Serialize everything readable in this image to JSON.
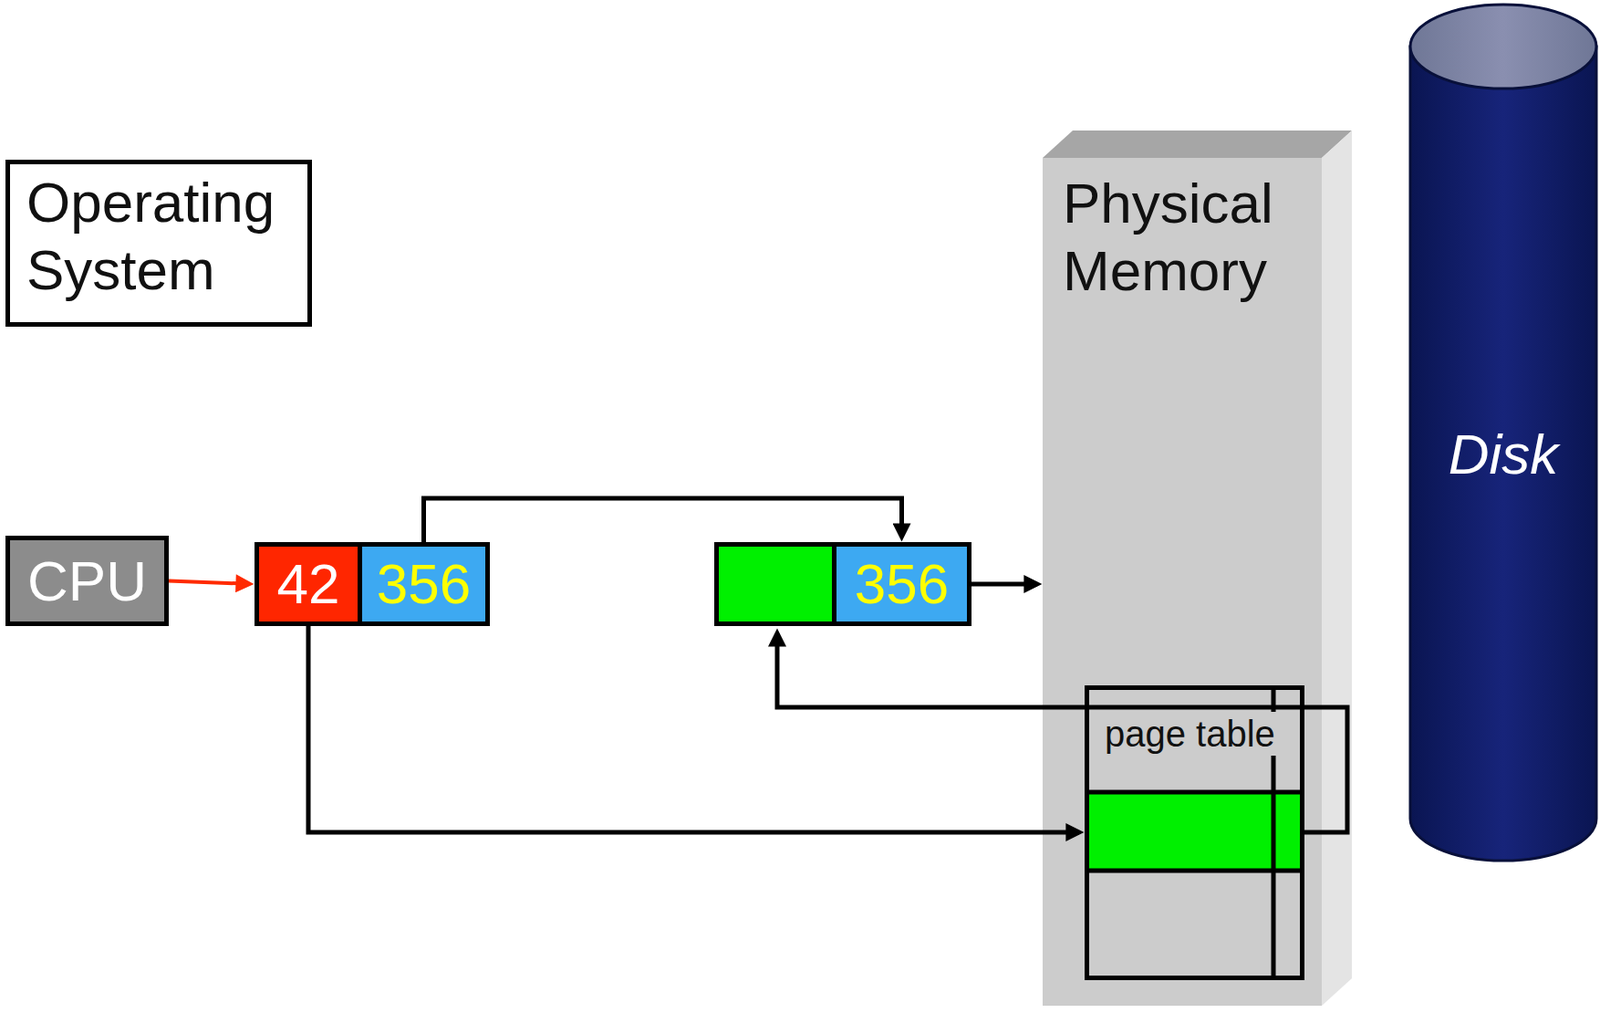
{
  "diagram": {
    "nodes": [
      {
        "text": [
          "Operating System"
        ]
      },
      {
        "text": [
          "CPU"
        ]
      },
      {
        "text": [
          "42"
        ]
      },
      {
        "text": [
          "356"
        ]
      },
      {
        "text": [
          "356"
        ]
      },
      {
        "text": [
          "Physical Memory"
        ]
      },
      {
        "text": [
          "page table"
        ],
        "in": 5
      },
      {
        "text": [
          "Disk"
        ]
      }
    ],
    "edges": [
      {
        "from": 1,
        "to": 2,
        "arrow": "to"
      },
      {
        "from": 2,
        "to": 6,
        "arrow": "to"
      },
      {
        "from": 3,
        "to": 4,
        "arrow": "to"
      },
      {
        "from": 4,
        "to": 5,
        "arrow": "to"
      }
    ]
  }
}
